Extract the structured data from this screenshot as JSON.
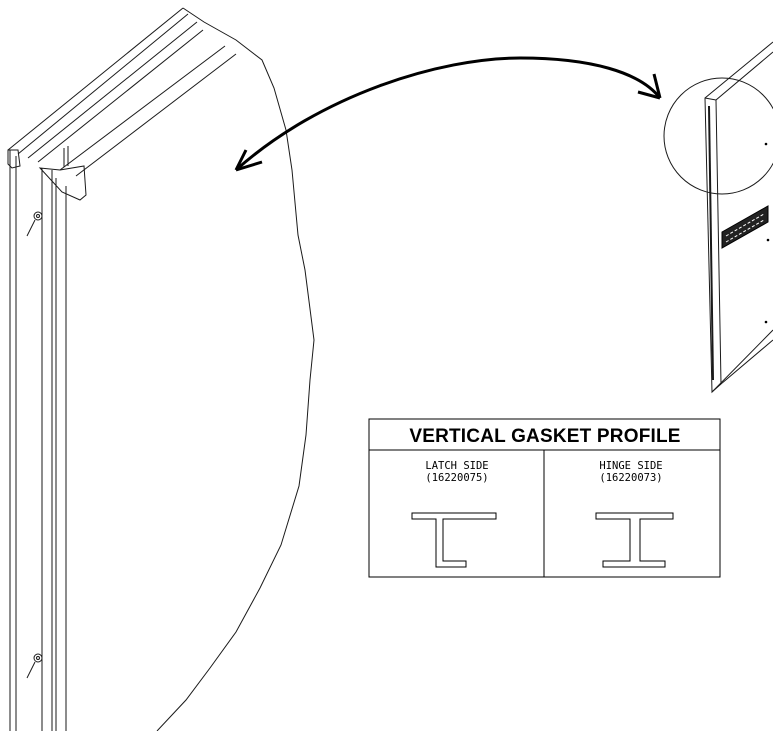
{
  "table": {
    "title": "VERTICAL GASKET PROFILE",
    "columns": [
      {
        "label": "LATCH SIDE",
        "part": "(16220075)",
        "profile": "latch-gasket"
      },
      {
        "label": "HINGE SIDE",
        "part": "(16220073)",
        "profile": "hinge-gasket"
      }
    ]
  },
  "callout": {
    "arrow": "double-headed",
    "detail": "top-hinge-corner"
  },
  "colors": {
    "line": "#1a1a1a",
    "background": "#ffffff"
  }
}
